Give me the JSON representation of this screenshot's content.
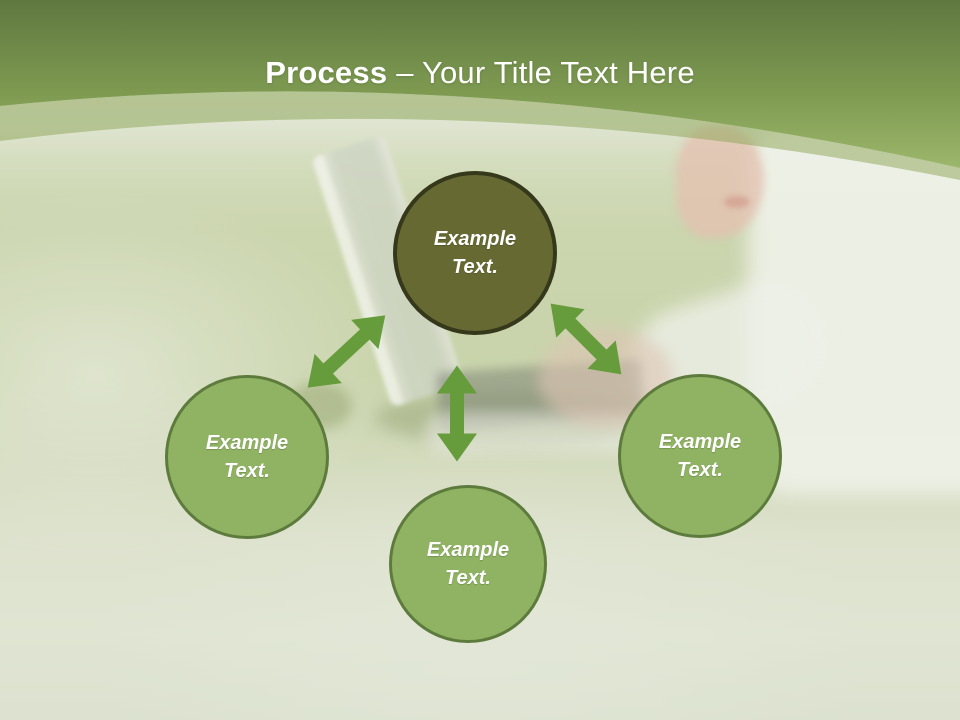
{
  "slide": {
    "title": {
      "lead": "Process",
      "rest": "– Your Title Text Here"
    }
  },
  "circles": {
    "top": {
      "line1": "Example",
      "line2": "Text."
    },
    "left": {
      "line1": "Example",
      "line2": "Text."
    },
    "bottom": {
      "line1": "Example",
      "line2": "Text."
    },
    "right": {
      "line1": "Example",
      "line2": "Text."
    }
  },
  "colors": {
    "header_top": "#5e7840",
    "header_mid": "#7e9a51",
    "header_bottom": "#9cb76b",
    "header_haze": "rgba(139,163,86,0.5)",
    "arrow_green": "#669c3c",
    "dark_circle_fill": "#666a32",
    "dark_circle_border": "#35381a",
    "light_circle_fill": "#90b363",
    "light_circle_border": "#5d7b3d",
    "title_text": "#ffffff",
    "circle_text": "#ffffff",
    "background": "#dfe5d2"
  }
}
